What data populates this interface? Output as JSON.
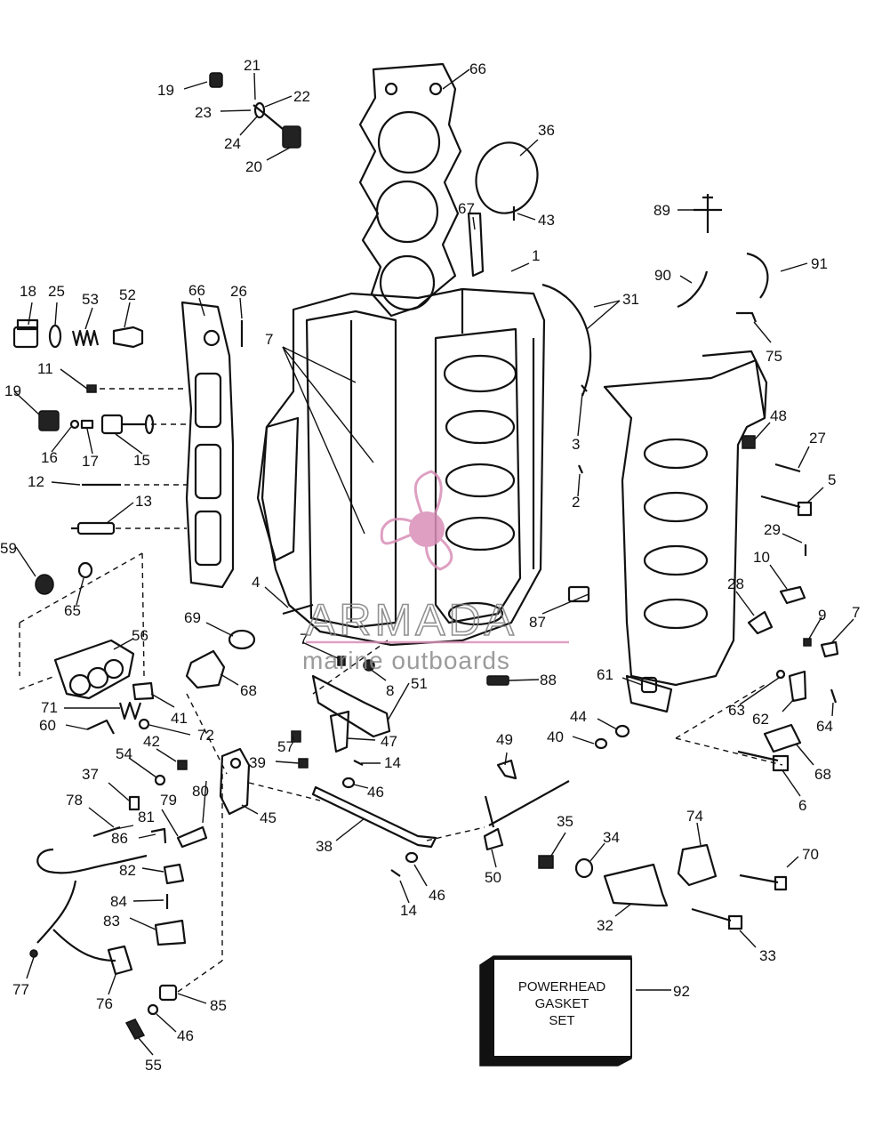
{
  "diagram": {
    "callouts": [
      "1",
      "2",
      "3",
      "4",
      "5",
      "6",
      "7",
      "7",
      "7",
      "8",
      "9",
      "10",
      "11",
      "12",
      "13",
      "14",
      "14",
      "15",
      "16",
      "17",
      "18",
      "19",
      "19",
      "20",
      "21",
      "22",
      "23",
      "24",
      "25",
      "26",
      "27",
      "28",
      "29",
      "31",
      "32",
      "33",
      "34",
      "35",
      "36",
      "37",
      "38",
      "39",
      "40",
      "41",
      "42",
      "43",
      "44",
      "45",
      "46",
      "46",
      "46",
      "47",
      "48",
      "49",
      "50",
      "51",
      "52",
      "53",
      "54",
      "55",
      "56",
      "57",
      "59",
      "60",
      "61",
      "62",
      "63",
      "64",
      "65",
      "66",
      "66",
      "67",
      "68",
      "68",
      "68",
      "69",
      "70",
      "71",
      "72",
      "74",
      "75",
      "76",
      "77",
      "78",
      "79",
      "80",
      "81",
      "82",
      "83",
      "84",
      "85",
      "86",
      "87",
      "88",
      "89",
      "90",
      "91",
      "92"
    ],
    "gasket_box": {
      "line1": "POWERHEAD",
      "line2": "GASKET",
      "line3": "SET"
    },
    "watermark": {
      "brand": "ARMADA",
      "tagline": "marine outboards",
      "color": "#d98fb8"
    }
  }
}
